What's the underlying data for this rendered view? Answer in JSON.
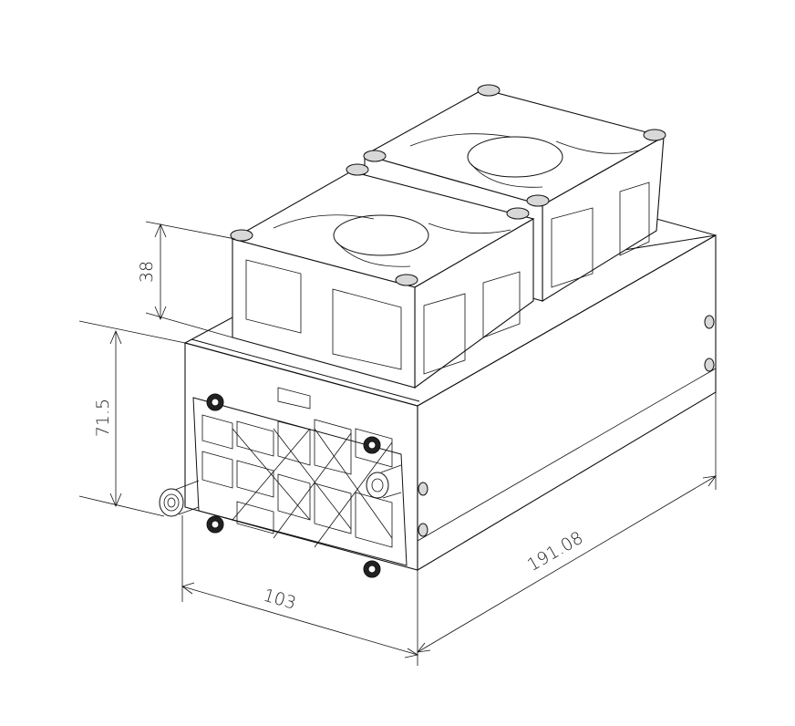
{
  "diagram": {
    "type": "isometric dimensioned technical drawing",
    "subject": "enclosure module with two cooling fans on top and ribbed front plate with connectors",
    "components": {
      "fans": {
        "count": 2,
        "mounting_screws_per_fan": 4
      },
      "front_plate": {
        "socket_head_screws": 4,
        "connectors": 2
      },
      "side_screws": 4
    }
  },
  "dimensions": {
    "fan_height": {
      "value": "38",
      "orientation": "vertical"
    },
    "body_height": {
      "value": "71.5",
      "orientation": "vertical"
    },
    "width": {
      "value": "103",
      "orientation": "front edge"
    },
    "length": {
      "value": "191.08",
      "orientation": "side edge"
    }
  },
  "colors": {
    "background": "#ffffff",
    "line": "#111111"
  }
}
